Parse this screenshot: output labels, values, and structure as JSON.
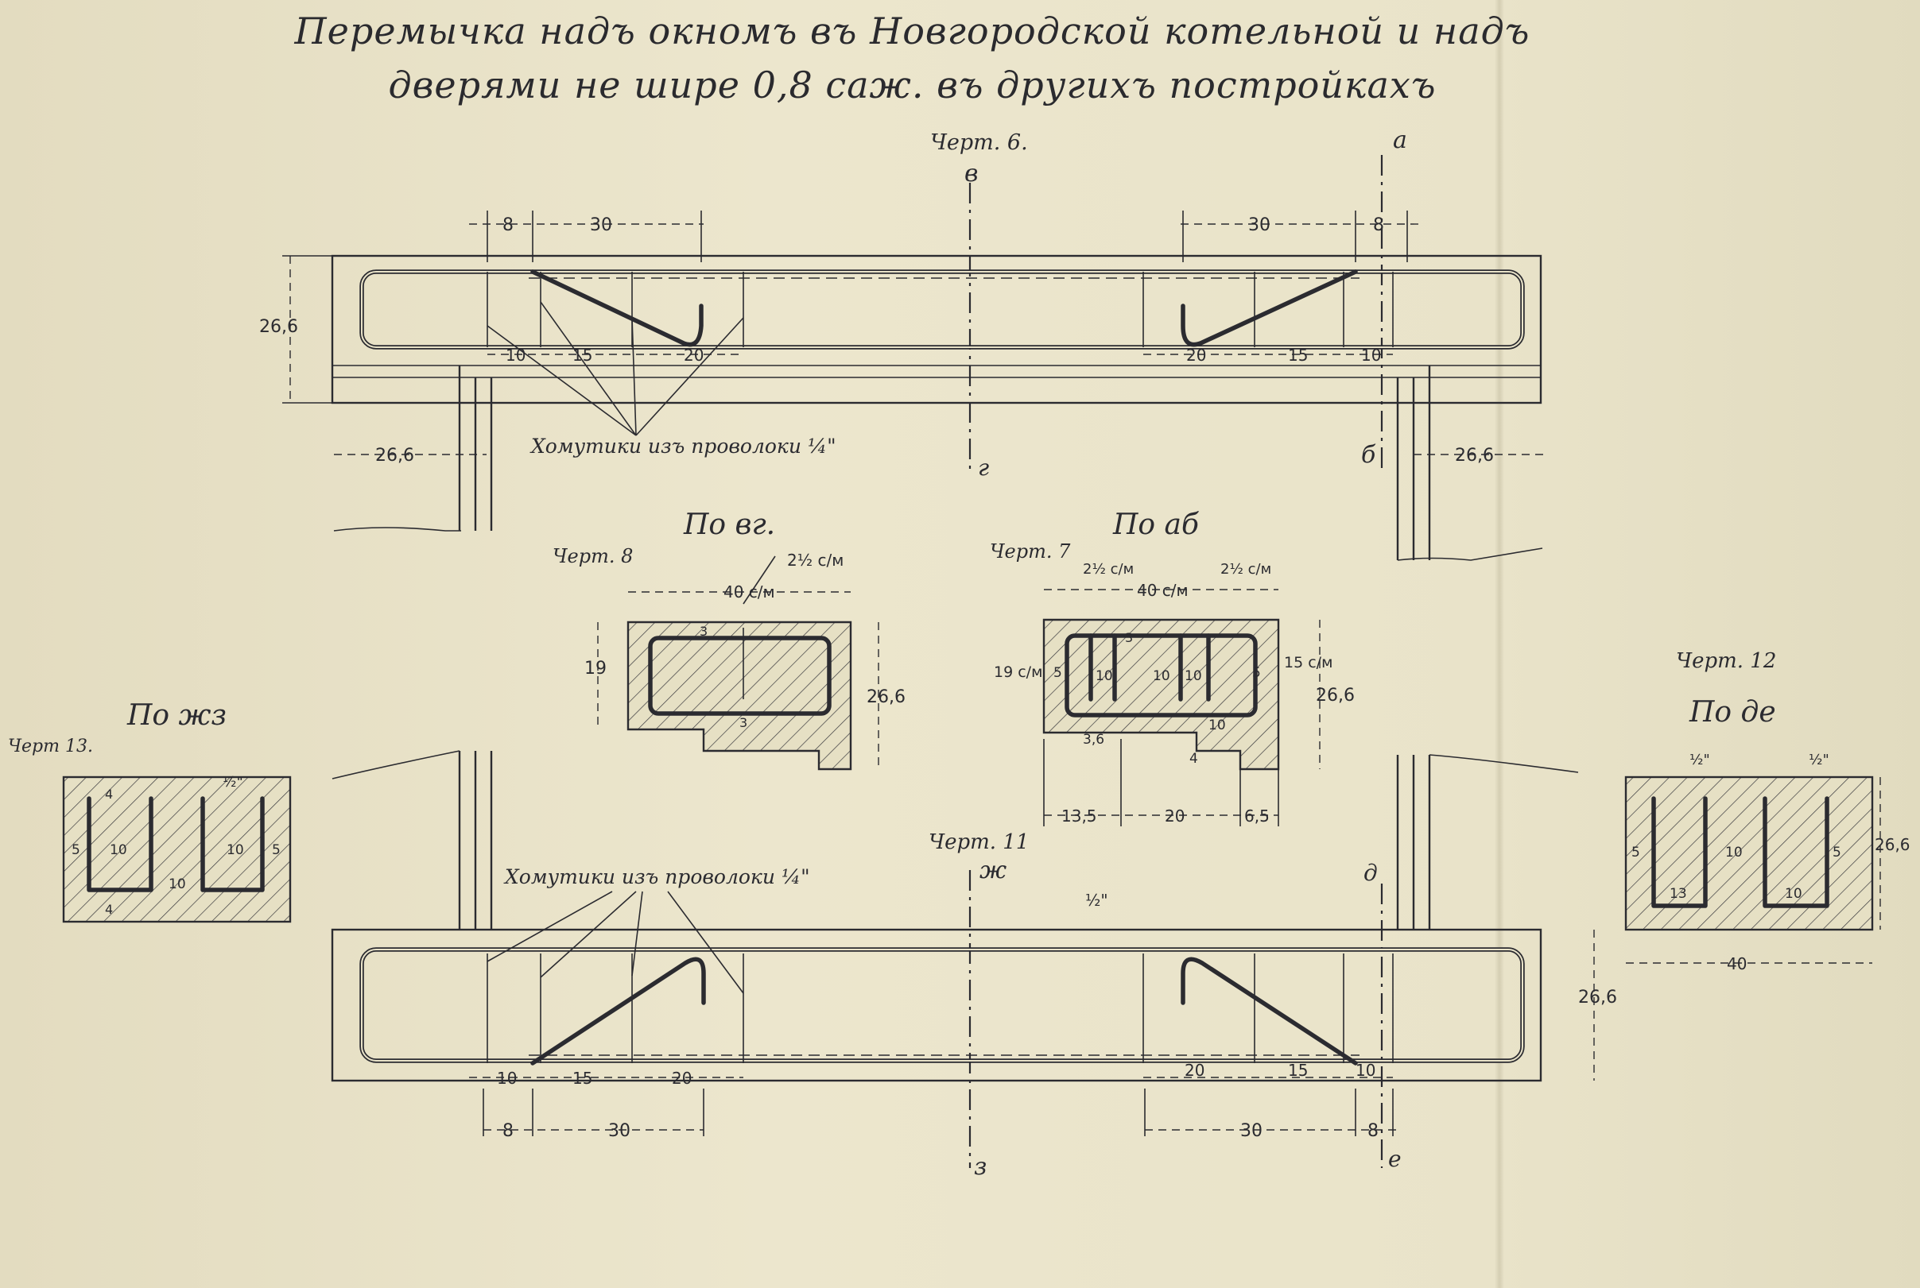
{
  "title": {
    "line1": "Перемычка надъ окномъ въ Новгородской котельной и надъ",
    "line2": "дверями не шире 0,8 саж. въ другихъ постройкахъ"
  },
  "fig6": {
    "caption": "Черт. 6.",
    "cut_v": "в",
    "cut_g": "г",
    "cut_a": "а",
    "cut_b": "б",
    "dim_8": "8",
    "dim_30": "30",
    "dim_height": "26,6",
    "dim_10": "10",
    "dim_15": "15",
    "dim_20": "20",
    "dim_bearing": "26,6",
    "stirrups": "Хомутики изъ проволоки ¼\""
  },
  "fig8": {
    "heading": "По вг.",
    "caption": "Черт. 8",
    "bar": "2½ с/м",
    "width": "40 с/м",
    "h19": "19",
    "h266": "26,6",
    "n3a": "3",
    "n3b": "3"
  },
  "fig7": {
    "heading": "По аб",
    "caption": "Черт. 7",
    "bar_l": "2½ с/м",
    "bar_r": "2½ с/м",
    "width": "40 с/м",
    "n3": "3",
    "h19": "19 с/м",
    "h15": "15 с/м",
    "h266": "26,6",
    "d5a": "5",
    "d10a": "10",
    "d10b": "10",
    "d10c": "10",
    "d5b": "5",
    "d10d": "10",
    "d36": "3,6",
    "d4": "4",
    "b135": "13,5",
    "b20": "20",
    "b65": "6,5"
  },
  "fig13": {
    "heading": "По жз",
    "caption": "Черт 13.",
    "bar": "½\"",
    "d4a": "4",
    "d5a": "5",
    "d10a": "10",
    "d10b": "10",
    "d5b": "5",
    "d10c": "10",
    "d4b": "4"
  },
  "fig12": {
    "heading": "По де",
    "caption": "Черт. 12",
    "bar_l": "½\"",
    "bar_r": "½\"",
    "d5a": "5",
    "d10a": "10",
    "d5b": "5",
    "d13": "13",
    "d10b": "10",
    "h266": "26,6",
    "w40": "40"
  },
  "fig11": {
    "caption": "Черт. 11",
    "cut_zh": "ж",
    "cut_z": "з",
    "cut_d": "д",
    "cut_e": "е",
    "bar_note": "½\"",
    "stirrups": "Хомутики изъ проволоки ¼\"",
    "dim_height": "26,6",
    "dim_10": "10",
    "dim_15": "15",
    "dim_20": "20",
    "dim_8": "8",
    "dim_30": "30"
  }
}
